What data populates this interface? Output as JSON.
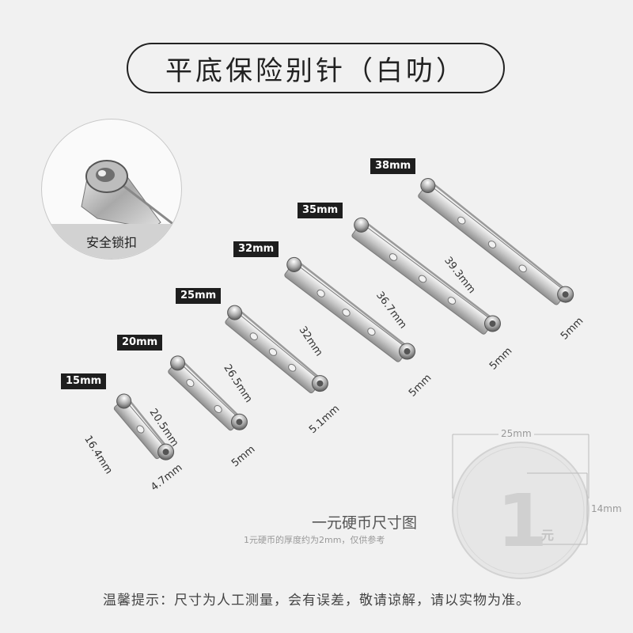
{
  "title": "平底保险别针（白叻）",
  "inset": {
    "label": "安全锁扣"
  },
  "pins": [
    {
      "size": "15mm",
      "length": "16.4mm",
      "width": "4.7mm"
    },
    {
      "size": "20mm",
      "length": "20.5mm",
      "width": "5mm"
    },
    {
      "size": "25mm",
      "length": "26.5mm",
      "width": "5.1mm"
    },
    {
      "size": "32mm",
      "length": "32mm",
      "width": "5mm"
    },
    {
      "size": "35mm",
      "length": "36.7mm",
      "width": "5mm"
    },
    {
      "size": "38mm",
      "length": "39.3mm",
      "width": "5mm"
    }
  ],
  "coin": {
    "title": "一元硬币尺寸图",
    "note": "1元硬币的厚度约为2mm，仅供参考",
    "diameter": "25mm",
    "height": "14mm",
    "face_digit": "1",
    "face_char": "元"
  },
  "footer": "温馨提示：尺寸为人工测量，会有误差，敬请谅解，请以实物为准。",
  "colors": {
    "background": "#f1f1f1",
    "tag": "#1e1e1e",
    "metal_light": "#e4e4e4",
    "metal_dark": "#8a8a8a"
  }
}
